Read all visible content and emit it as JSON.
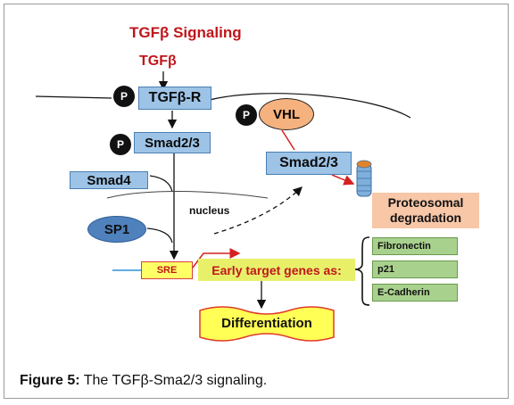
{
  "diagram": {
    "title": "TGFβ Signaling",
    "ligand": "TGFβ",
    "receptor": "TGFβ-R",
    "phospho": "P",
    "smad23": "Smad2/3",
    "vhl": "VHL",
    "smad4": "Smad4",
    "nucleus": "nucleus",
    "sp1": "SP1",
    "sre": "SRE",
    "proteosomal": [
      "Proteosomal",
      "degradation"
    ],
    "early_target": "Early target genes as:",
    "genes": [
      "Fibronectin",
      "p21",
      "E-Cadherin"
    ],
    "outcome": "Differentiation"
  },
  "caption": {
    "label": "Figure 5:",
    "text": " The TGFβ-Sma2/3 signaling."
  },
  "colors": {
    "title_red": "#c0161b",
    "box_blue": "#9dc3e6",
    "vhl_orange": "#f6b27e",
    "sp1_blue": "#4f81bd",
    "proteo_peach": "#f7c7a8",
    "gene_green": "#a9d18e",
    "highlight_yellow": "#ffff66"
  }
}
